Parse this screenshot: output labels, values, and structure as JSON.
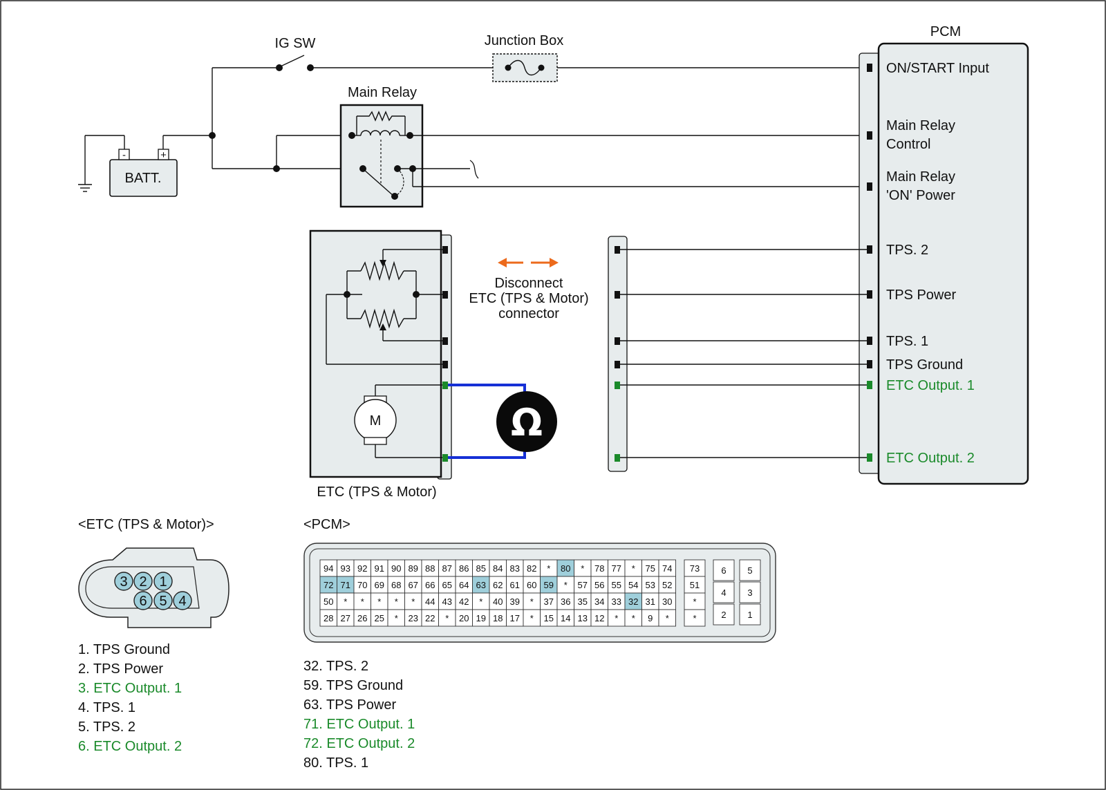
{
  "colors": {
    "panel_fill": "#e7eced",
    "signal_green": "#1a8a2a",
    "meter_leads": "#1630d6",
    "disconnect_arrows": "#ec6a1c",
    "highlight_pin": "#9fcfdb"
  },
  "labels": {
    "ig_sw": "IG SW",
    "junction_box": "Junction Box",
    "main_relay": "Main Relay",
    "batt": "BATT.",
    "batt_minus": "-",
    "batt_plus": "+",
    "pcm": "PCM",
    "etc_unit": "ETC (TPS & Motor)",
    "motor": "M",
    "ohm": "Ω",
    "disconnect": [
      "Disconnect",
      "ETC (TPS & Motor)",
      "connector"
    ]
  },
  "pcm_pins": [
    {
      "lines": [
        "ON/START Input"
      ],
      "green": false
    },
    {
      "lines": [
        "Main Relay",
        "Control"
      ],
      "green": false
    },
    {
      "lines": [
        "Main Relay",
        "'ON' Power"
      ],
      "green": false
    },
    {
      "lines": [
        "TPS. 2"
      ],
      "green": false
    },
    {
      "lines": [
        "TPS Power"
      ],
      "green": false
    },
    {
      "lines": [
        "TPS. 1"
      ],
      "green": false
    },
    {
      "lines": [
        "TPS Ground"
      ],
      "green": false
    },
    {
      "lines": [
        "ETC Output. 1"
      ],
      "green": true
    },
    {
      "lines": [
        "ETC Output. 2"
      ],
      "green": true
    }
  ],
  "etc_connector": {
    "title": "<ETC (TPS & Motor)>",
    "top_pins": [
      "3",
      "2",
      "1"
    ],
    "bottom_pins": [
      "6",
      "5",
      "4"
    ],
    "legend": [
      {
        "text": "1. TPS Ground",
        "green": false
      },
      {
        "text": "2. TPS Power",
        "green": false
      },
      {
        "text": "3. ETC Output. 1",
        "green": true
      },
      {
        "text": "4. TPS. 1",
        "green": false
      },
      {
        "text": "5. TPS. 2",
        "green": false
      },
      {
        "text": "6. ETC Output. 2",
        "green": true
      }
    ]
  },
  "pcm_connector": {
    "title": "<PCM>",
    "rows": [
      [
        "94",
        "93",
        "92",
        "91",
        "90",
        "89",
        "88",
        "87",
        "86",
        "85",
        "84",
        "83",
        "82",
        "*",
        "80",
        "*",
        "78",
        "77",
        "*",
        "75",
        "74"
      ],
      [
        "72",
        "71",
        "70",
        "69",
        "68",
        "67",
        "66",
        "65",
        "64",
        "63",
        "62",
        "61",
        "60",
        "59",
        "*",
        "57",
        "56",
        "55",
        "54",
        "53",
        "52"
      ],
      [
        "50",
        "*",
        "*",
        "*",
        "*",
        "*",
        "44",
        "43",
        "42",
        "*",
        "40",
        "39",
        "*",
        "37",
        "36",
        "35",
        "34",
        "33",
        "32",
        "31",
        "30"
      ],
      [
        "28",
        "27",
        "26",
        "25",
        "*",
        "23",
        "22",
        "*",
        "20",
        "19",
        "18",
        "17",
        "*",
        "15",
        "14",
        "13",
        "12",
        "*",
        "*",
        "9",
        "*"
      ]
    ],
    "side_col": [
      "73",
      "51",
      "*",
      "*"
    ],
    "small_left": [
      "6",
      "4",
      "2"
    ],
    "small_right": [
      "5",
      "3",
      "1"
    ],
    "highlighted": [
      "80",
      "72",
      "71",
      "63",
      "59",
      "32"
    ],
    "legend": [
      {
        "text": "32. TPS. 2",
        "green": false
      },
      {
        "text": "59. TPS Ground",
        "green": false
      },
      {
        "text": "63. TPS Power",
        "green": false
      },
      {
        "text": "71. ETC Output. 1",
        "green": true
      },
      {
        "text": "72. ETC Output. 2",
        "green": true
      },
      {
        "text": "80. TPS. 1",
        "green": false
      }
    ]
  }
}
